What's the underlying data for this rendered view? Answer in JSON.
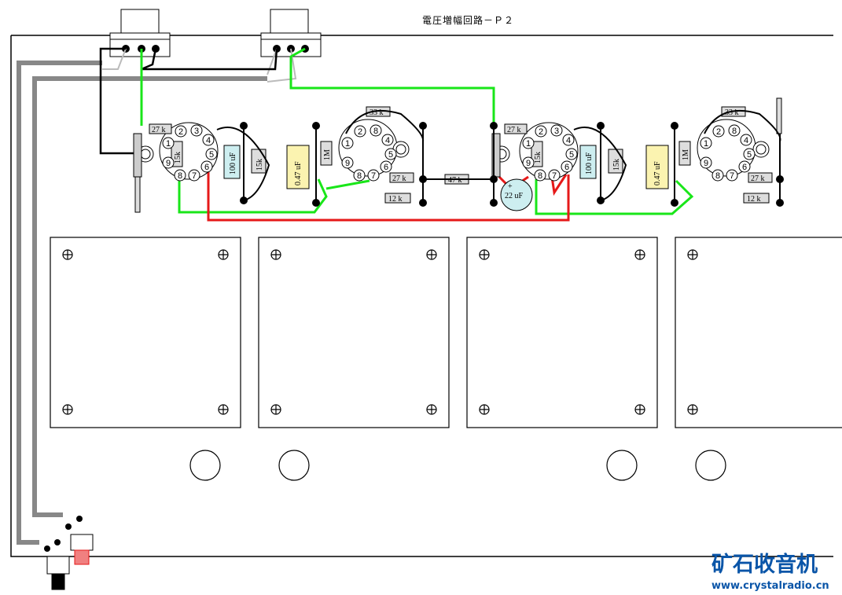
{
  "title": "電圧増幅回路－Ｐ２",
  "watermark": {
    "brand": "矿石收音机",
    "site": "www.crystalradio.cn",
    "color": "#0a55a8"
  },
  "wire_colors": {
    "green": "#19e619",
    "red": "#e61919",
    "black": "#000000",
    "gray": "#888888",
    "light_gray": "#bbbbbb"
  },
  "resistor_labels": [
    "27 k",
    "15k",
    "15k",
    "1M",
    "33 k",
    "27 k",
    "12 k",
    "47 k",
    "27 k",
    "15k",
    "15k",
    "1M",
    "33 k",
    "27 k",
    "12 k"
  ],
  "capacitor_labels": [
    "100 uF",
    "0.47 uF",
    "22 uF",
    "100 uF",
    "0.47 uF"
  ],
  "tube_pins": [
    "1",
    "2",
    "3",
    "4",
    "5",
    "6",
    "7",
    "8",
    "9"
  ],
  "cap22_polarity": "+"
}
